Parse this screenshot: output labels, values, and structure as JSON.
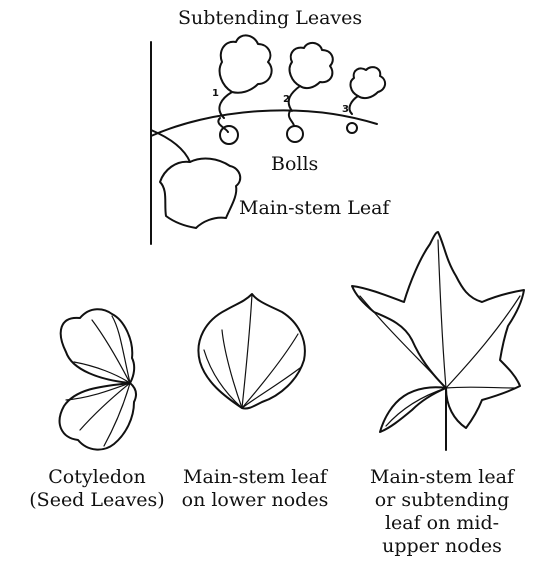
{
  "top_diagram": {
    "title": "Subtending Leaves",
    "bolls_label": "Bolls",
    "main_stem_leaf_label": "Main-stem Leaf",
    "node_numbers": [
      "1",
      "2",
      "3"
    ]
  },
  "captions": {
    "cotyledon": [
      "Cotyledon",
      "(Seed Leaves)"
    ],
    "lower_nodes": [
      "Main-stem leaf",
      "on lower nodes"
    ],
    "upper_nodes": [
      "Main-stem leaf",
      "or subtending",
      "leaf on mid-",
      "upper nodes"
    ]
  },
  "colors": {
    "ink": "#111111",
    "paper": "#ffffff"
  }
}
